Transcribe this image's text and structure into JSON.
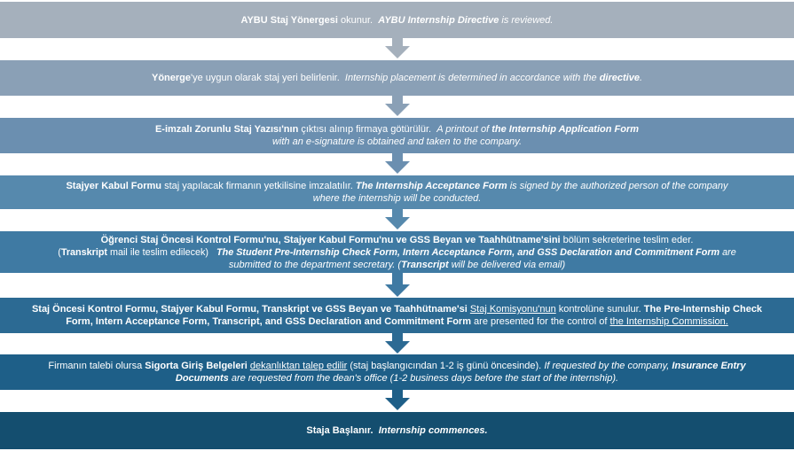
{
  "colors": {
    "step1": "#a5b0bc",
    "step2": "#8aa0b6",
    "step3": "#6b8fb0",
    "step4": "#5689ad",
    "step5": "#3f7aa3",
    "step6": "#2c6a93",
    "step7": "#1e5f88",
    "step8": "#144e6f"
  },
  "steps": [
    {
      "tr_bold": "AYBU Staj Yönergesi",
      "tr": " okunur.",
      "en_bold": "AYBU Internship Directive",
      "en": " is reviewed."
    },
    {
      "tr_bold": "Yönerge",
      "tr": "'ye uygun olarak staj yeri belirlenir.",
      "en": "Internship placement is determined in accordance with the ",
      "en_bold": "directive",
      "en_end": "."
    },
    {
      "tr_bold": "E-imzalı Zorunlu Staj Yazısı'nın",
      "tr": " çıktısı alınıp firmaya götürülür.",
      "en": "A printout of ",
      "en_bold": "the Internship Application Form",
      "en_line2": "with an e-signature is obtained and taken to the company."
    },
    {
      "tr_bold": "Stajyer Kabul Formu",
      "tr": " staj yapılacak firmanın yetkilisine imzalatılır.",
      "en_bold": "The Internship Acceptance Form",
      "en": " is signed by the authorized person of the company",
      "en_line2": "where the internship will be conducted."
    },
    {
      "tr_bold": "Öğrenci Staj Öncesi Kontrol Formu'nu, Stajyer Kabul Formu'nu ve GSS Beyan ve Taahhütname'sini",
      "tr": " bölüm sekreterine teslim eder.",
      "paren_open": "(",
      "transcript_bold": "Transkript",
      "paren_rest": " mail ile teslim edilecek)",
      "en_bold": "The Student Pre-Internship Check Form, Intern Acceptance Form, and GSS Declaration and Commitment Form",
      "en": " are",
      "en_line2a": "submitted to the department secretary. (",
      "en_line2_bold": "Transcript",
      "en_line2b": " will be delivered via email)"
    },
    {
      "tr_bold": "Staj Öncesi Kontrol Formu, Stajyer Kabul Formu, Transkript ve GSS Beyan ve Taahhütname'si",
      "tr_u": "Staj Komisyonu'nun",
      "tr": " kontrolüne sunulur.",
      "en_bold": "The Pre-Internship Check",
      "en_bold2": "Form, Intern Acceptance Form, Transcript, and GSS Declaration and Commitment Form",
      "en": " are presented for the control of ",
      "en_u": "the Internship Commission."
    },
    {
      "tr_a": "Firmanın talebi olursa ",
      "tr_bold": "Sigorta Giriş Belgeleri",
      "tr_u": "dekanlıktan talep edilir",
      "tr": " (staj başlangıcından 1-2 iş günü öncesinde).",
      "en_a": "If requested by the company, ",
      "en_bold": "Insurance Entry",
      "en_bold2": "Documents",
      "en": " are requested from the dean's office (1-2 business days before the start of the internship)."
    },
    {
      "tr_bold": "Staja Başlanır.",
      "en_bold": "Internship commences."
    }
  ]
}
